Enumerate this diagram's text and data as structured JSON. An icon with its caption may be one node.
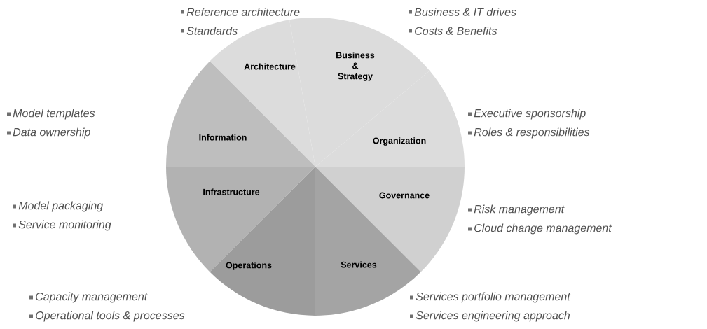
{
  "diagram": {
    "nodes": [
      {
        "text": [
          "Architecture"
        ],
        "beside": [
          "Reference architecture",
          "Standards"
        ]
      },
      {
        "text": [
          "Business & Strategy"
        ],
        "beside": [
          "Business & IT drives",
          "Costs & Benefits"
        ]
      },
      {
        "text": [
          "Information"
        ],
        "beside": [
          "Model templates",
          "Data ownership"
        ]
      },
      {
        "text": [
          "Organization"
        ],
        "beside": [
          "Executive sponsorship",
          "Roles & responsibilities"
        ]
      },
      {
        "text": [
          "Infrastructure"
        ],
        "beside": [
          "Model packaging",
          "Service monitoring"
        ]
      },
      {
        "text": [
          "Governance"
        ],
        "beside": [
          "Risk management",
          "Cloud change management"
        ]
      },
      {
        "text": [
          "Operations"
        ],
        "beside": [
          "Capacity management",
          "Operational tools & processes"
        ]
      },
      {
        "text": [
          "Services"
        ],
        "beside": [
          "Services portfolio management",
          "Services engineering approach"
        ]
      }
    ]
  }
}
